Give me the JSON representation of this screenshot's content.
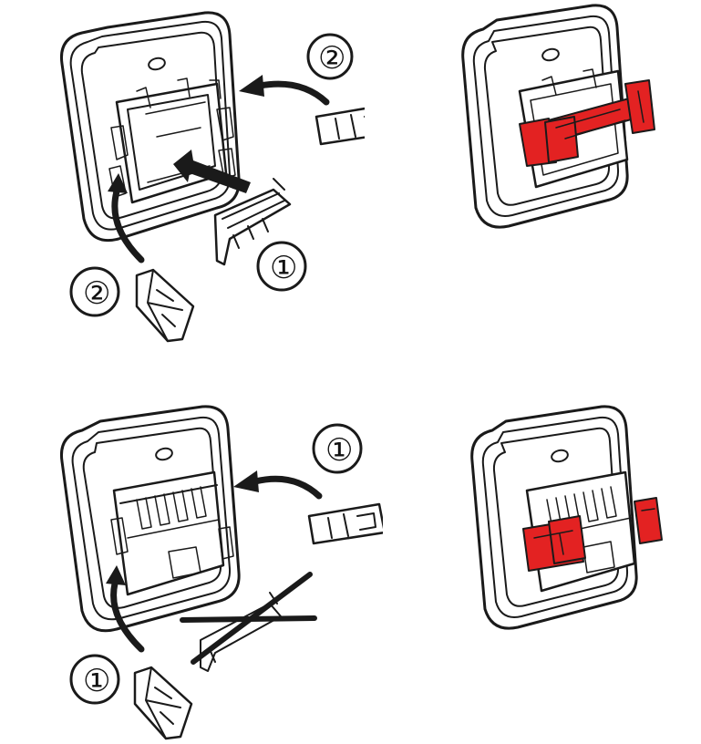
{
  "panels": [
    {
      "id": "top-left",
      "labels": [
        "②",
        "①",
        "②"
      ]
    },
    {
      "id": "top-right",
      "labels": []
    },
    {
      "id": "bottom-left",
      "labels": [
        "①",
        "①"
      ]
    },
    {
      "id": "bottom-right",
      "labels": []
    }
  ],
  "highlight_color": "#e32222",
  "line_color": "#1a1a1a"
}
